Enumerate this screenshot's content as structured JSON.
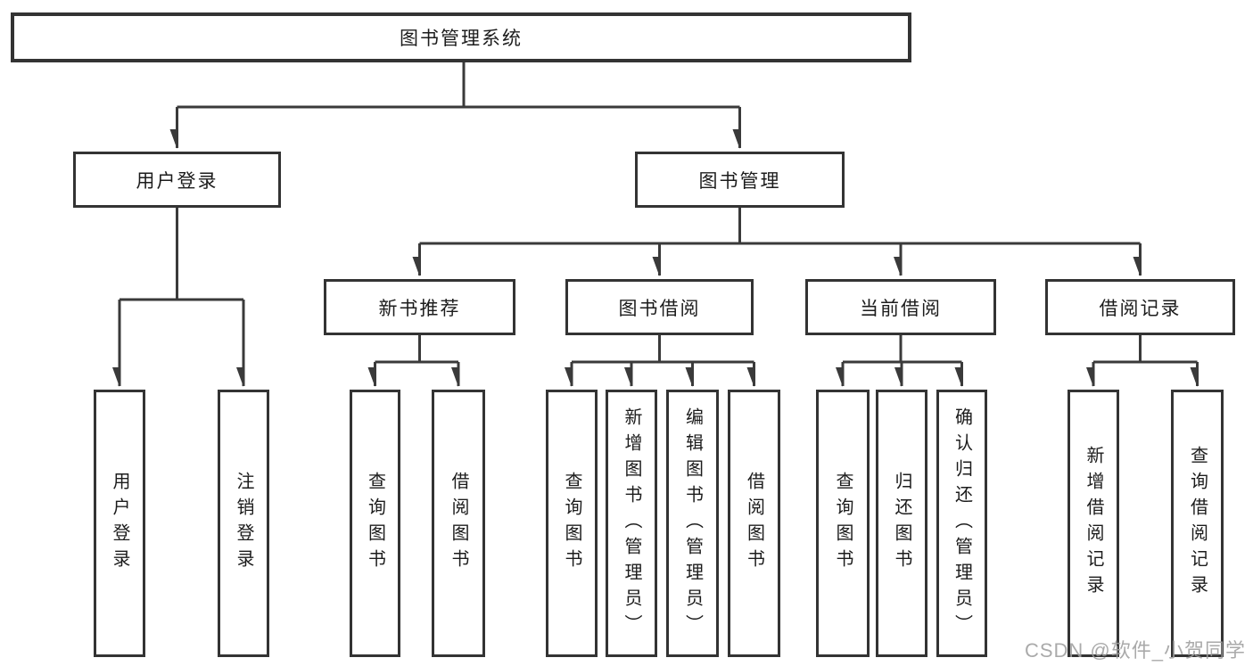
{
  "diagram": {
    "type": "hierarchy-chart",
    "colors": {
      "background": "#ffffff",
      "line": "#3a3a3a",
      "box_border": "#333333",
      "text": "#1c1c1c",
      "watermark": "#9f9f9f"
    },
    "tree": {
      "label": "图书管理系统",
      "children": [
        {
          "label": "用户登录",
          "children": [
            {
              "label": "用户登录"
            },
            {
              "label": "注销登录"
            }
          ]
        },
        {
          "label": "图书管理",
          "children": [
            {
              "label": "新书推荐",
              "children": [
                {
                  "label": "查询图书"
                },
                {
                  "label": "借阅图书"
                }
              ]
            },
            {
              "label": "图书借阅",
              "children": [
                {
                  "label": "查询图书"
                },
                {
                  "label": "新增图书（管理员）"
                },
                {
                  "label": "编辑图书（管理员）"
                },
                {
                  "label": "借阅图书"
                }
              ]
            },
            {
              "label": "当前借阅",
              "children": [
                {
                  "label": "查询图书"
                },
                {
                  "label": "归还图书"
                },
                {
                  "label": "确认归还（管理员）"
                }
              ]
            },
            {
              "label": "借阅记录",
              "children": [
                {
                  "label": "新增借阅记录"
                },
                {
                  "label": "查询借阅记录"
                }
              ]
            }
          ]
        }
      ]
    },
    "watermark": {
      "text": "CSDN @软件_小贺同学"
    }
  }
}
